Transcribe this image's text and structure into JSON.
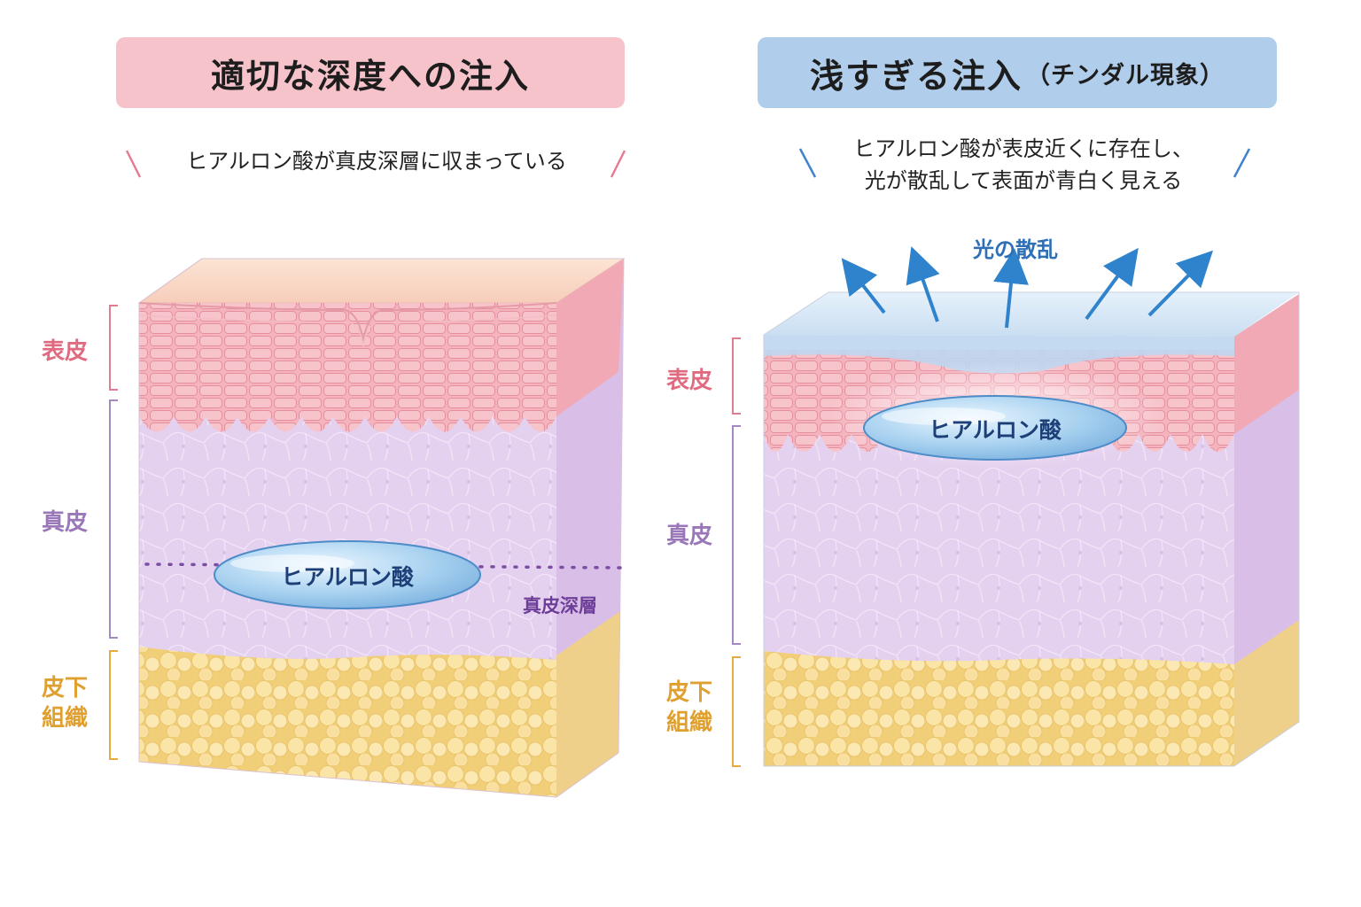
{
  "left_panel": {
    "title": "適切な深度への注入",
    "description": "ヒアルロン酸が真皮深層に収まっている",
    "layers": {
      "epidermis": "表皮",
      "dermis": "真皮",
      "subcutis_line1": "皮下",
      "subcutis_line2": "組織"
    },
    "hyaluronic_label": "ヒアルロン酸",
    "depth_label": "真皮深層"
  },
  "right_panel": {
    "title": "浅すぎる注入",
    "title_sub": "（チンダル現象）",
    "description_line1": "ヒアルロン酸が表皮近くに存在し、",
    "description_line2": "光が散乱して表面が青白く見える",
    "scatter_label": "光の散乱",
    "layers": {
      "epidermis": "表皮",
      "dermis": "真皮",
      "subcutis_line1": "皮下",
      "subcutis_line2": "組織"
    },
    "hyaluronic_label": "ヒアルロン酸"
  },
  "colors": {
    "left_title_bg": "#f6c3cb",
    "right_title_bg": "#b0cdeb",
    "epidermis": "#f4b3bd",
    "dermis": "#e4d0ef",
    "subcutis": "#f9e1a2",
    "hyaluronic": "#a9d2f0",
    "scatter_arrow": "#2f82cc"
  }
}
